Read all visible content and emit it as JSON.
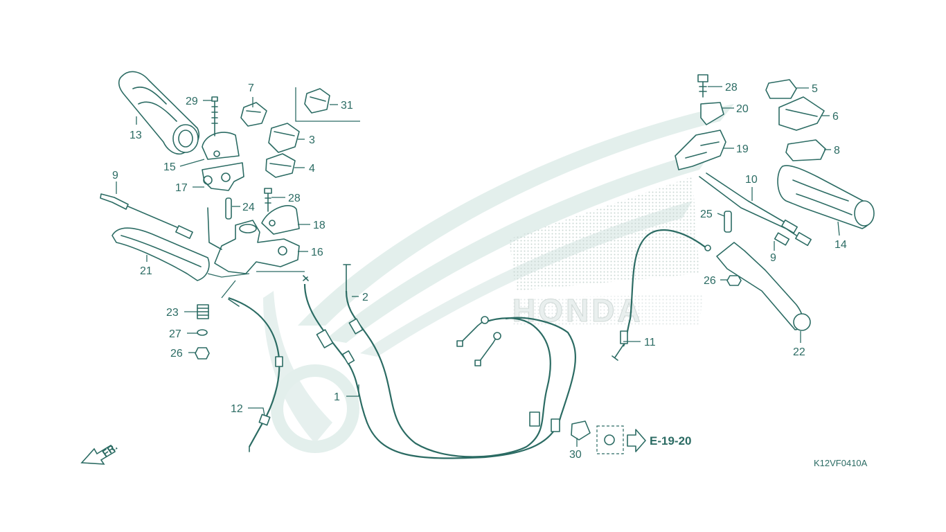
{
  "diagram": {
    "reference_code": "K12VF0410A",
    "reference_link_label": "E-19-20",
    "front_indicator_label": "FR.",
    "watermark_logo_text": "HONDA",
    "colors": {
      "line": "#2b6b63",
      "watermark": "#dbe9e6",
      "background": "#ffffff"
    },
    "callouts": [
      {
        "id": "c1",
        "label": "1"
      },
      {
        "id": "c2",
        "label": "2"
      },
      {
        "id": "c3",
        "label": "3"
      },
      {
        "id": "c4",
        "label": "4"
      },
      {
        "id": "c5",
        "label": "5"
      },
      {
        "id": "c6",
        "label": "6"
      },
      {
        "id": "c7",
        "label": "7"
      },
      {
        "id": "c8",
        "label": "8"
      },
      {
        "id": "c9a",
        "label": "9"
      },
      {
        "id": "c9b",
        "label": "9"
      },
      {
        "id": "c10",
        "label": "10"
      },
      {
        "id": "c11",
        "label": "11"
      },
      {
        "id": "c12",
        "label": "12"
      },
      {
        "id": "c13",
        "label": "13"
      },
      {
        "id": "c14",
        "label": "14"
      },
      {
        "id": "c15",
        "label": "15"
      },
      {
        "id": "c16",
        "label": "16"
      },
      {
        "id": "c17",
        "label": "17"
      },
      {
        "id": "c18",
        "label": "18"
      },
      {
        "id": "c19",
        "label": "19"
      },
      {
        "id": "c20",
        "label": "20"
      },
      {
        "id": "c21",
        "label": "21"
      },
      {
        "id": "c22",
        "label": "22"
      },
      {
        "id": "c23",
        "label": "23"
      },
      {
        "id": "c24",
        "label": "24"
      },
      {
        "id": "c25",
        "label": "25"
      },
      {
        "id": "c26a",
        "label": "26"
      },
      {
        "id": "c26b",
        "label": "26"
      },
      {
        "id": "c27",
        "label": "27"
      },
      {
        "id": "c28a",
        "label": "28"
      },
      {
        "id": "c28b",
        "label": "28"
      },
      {
        "id": "c29",
        "label": "29"
      },
      {
        "id": "c30",
        "label": "30"
      },
      {
        "id": "c31",
        "label": "31"
      }
    ]
  }
}
